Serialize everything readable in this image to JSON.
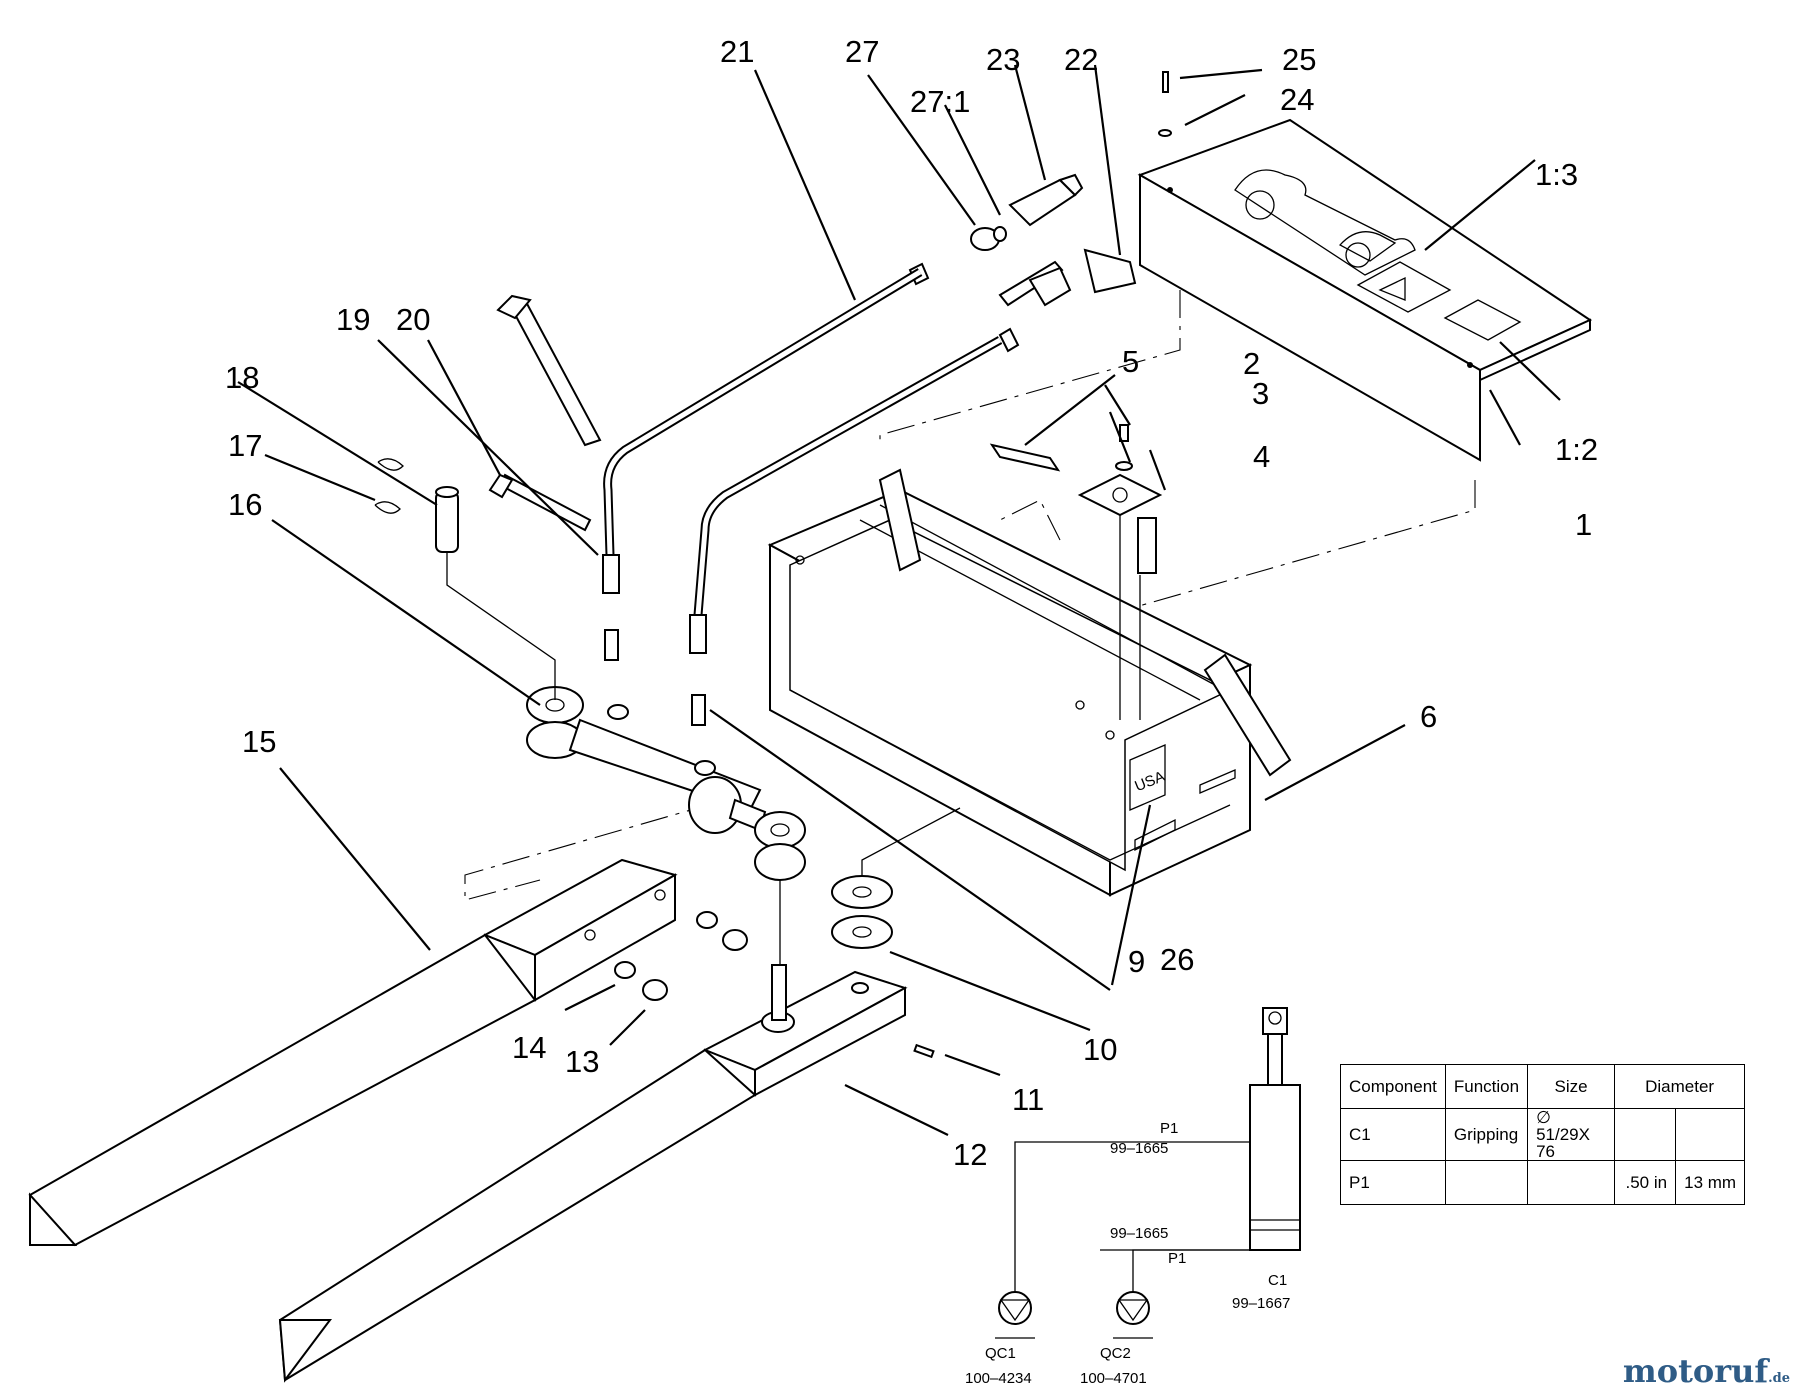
{
  "callouts": {
    "c1": "1",
    "c1_2": "1:2",
    "c1_3": "1:3",
    "c2": "2",
    "c3": "3",
    "c4": "4",
    "c5": "5",
    "c6": "6",
    "c9": "9",
    "c10": "10",
    "c11": "11",
    "c12": "12",
    "c13": "13",
    "c14": "14",
    "c15": "15",
    "c16": "16",
    "c17": "17",
    "c18": "18",
    "c19": "19",
    "c20": "20",
    "c21": "21",
    "c22": "22",
    "c23": "23",
    "c24": "24",
    "c25": "25",
    "c26": "26",
    "c27": "27",
    "c27_1": "27:1"
  },
  "decal_text": "USA",
  "schematic": {
    "p1_top": "P1",
    "hose_top": "99–1665",
    "hose_bottom": "99–1665",
    "p1_bottom": "P1",
    "cylinder_label": "C1",
    "cylinder_part": "99–1667",
    "qc1_label": "QC1",
    "qc1_part": "100–4234",
    "qc2_label": "QC2",
    "qc2_part": "100–4701"
  },
  "table": {
    "headers": [
      "Component",
      "Function",
      "Size",
      "Diameter"
    ],
    "rows": [
      {
        "component": "C1",
        "function": "Gripping",
        "size": "∅ 51/29X 76",
        "diam_in": "",
        "diam_mm": ""
      },
      {
        "component": "P1",
        "function": "",
        "size": "",
        "diam_in": ".50 in",
        "diam_mm": "13 mm"
      }
    ]
  },
  "watermark": {
    "brand": "motoruf",
    "suffix": ".de"
  }
}
